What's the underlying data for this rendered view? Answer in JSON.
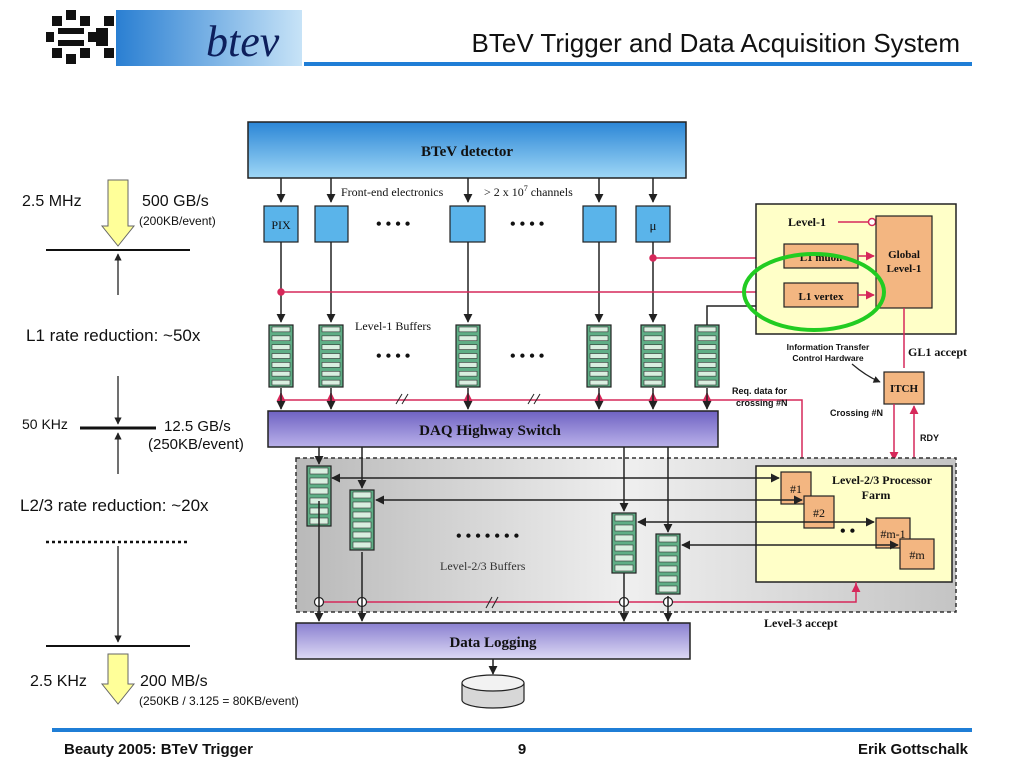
{
  "header": {
    "title": "BTeV Trigger and Data Acquisition System",
    "logo_text": "btev",
    "colors": {
      "rule": "#1f7ed6",
      "title": "#111111"
    }
  },
  "footer": {
    "left": "Beauty 2005:  BTeV Trigger",
    "center": "9",
    "right": "Erik Gottschalk"
  },
  "rates": {
    "input_rate": "2.5 MHz",
    "input_bw": "500 GB/s",
    "input_event": "(200KB/event)",
    "l1_reduction": "L1 rate reduction: ~50x",
    "l1_rate": "50 KHz",
    "l1_bw": "12.5 GB/s",
    "l1_event": "(250KB/event)",
    "l23_reduction": "L2/3 rate reduction: ~20x",
    "out_rate": "2.5 KHz",
    "out_bw": "200 MB/s",
    "out_event": "(250KB / 3.125 = 80KB/event)"
  },
  "diagram": {
    "detector": "BTeV detector",
    "frontend": "Front-end electronics",
    "channels_prefix": "> 2 x 10",
    "channels_exp": "7",
    "channels_suffix": " channels",
    "pix": "PIX",
    "mu": "μ",
    "dots": "• • • •",
    "level1_buffers": "Level-1 Buffers",
    "level1": "Level-1",
    "l1_muon": "L1 muon",
    "l1_vertex": "L1 vertex",
    "global_l1_line1": "Global",
    "global_l1_line2": "Level-1",
    "gl1_accept": "GL1 accept",
    "info_transfer_line1": "Information Transfer",
    "info_transfer_line2": "Control Hardware",
    "itch": "ITCH",
    "req_data_line1": "Req. data for",
    "req_data_line2": "crossing #N",
    "crossing_n": "Crossing #N",
    "rdy": "RDY",
    "daq_switch": "DAQ Highway Switch",
    "l23_farm_line1": "Level-2/3 Processor",
    "l23_farm_line2": "Farm",
    "n1": "#1",
    "n2": "#2",
    "nm1": "#m-1",
    "nm": "#m",
    "farm_dots": "• •",
    "l23_dots": "• • • • • • •",
    "l23_buffers": "Level-2/3 Buffers",
    "level3_accept": "Level-3 accept",
    "data_logging": "Data Logging",
    "colors": {
      "detector_top": "#1b7fd0",
      "detector_bottom": "#8fd0f4",
      "module": "#5ab4ea",
      "buffer_cell": "#d9efe0",
      "buffer_fill": "#5fae86",
      "switch": "#8a7fd0",
      "l1_panel": "#ffffc8",
      "l1_box": "#f3b681",
      "red_line": "#d6285a",
      "green_circle": "#22cc22",
      "arrow_yellow": "#ffff99"
    }
  }
}
